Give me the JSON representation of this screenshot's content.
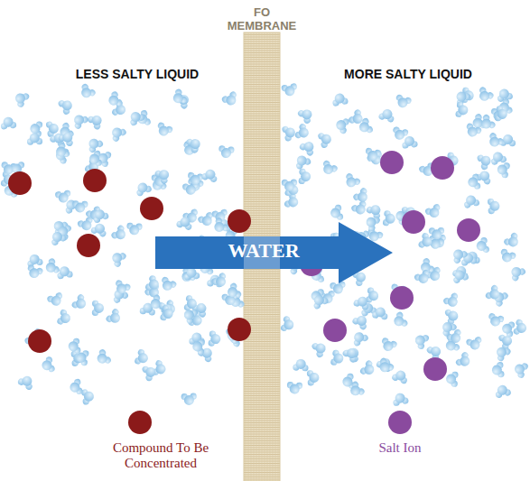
{
  "diagram": {
    "labels": [
      "FO MEMBRANE",
      "LESS SALTY LIQUID",
      "MORE SALTY LIQUID",
      "WATER"
    ],
    "legend": [
      {
        "text": "Compound To Be Concentrated",
        "color": "#8b1a1a"
      },
      {
        "text": "Salt Ion",
        "color": "#8a4a9e"
      }
    ]
  }
}
